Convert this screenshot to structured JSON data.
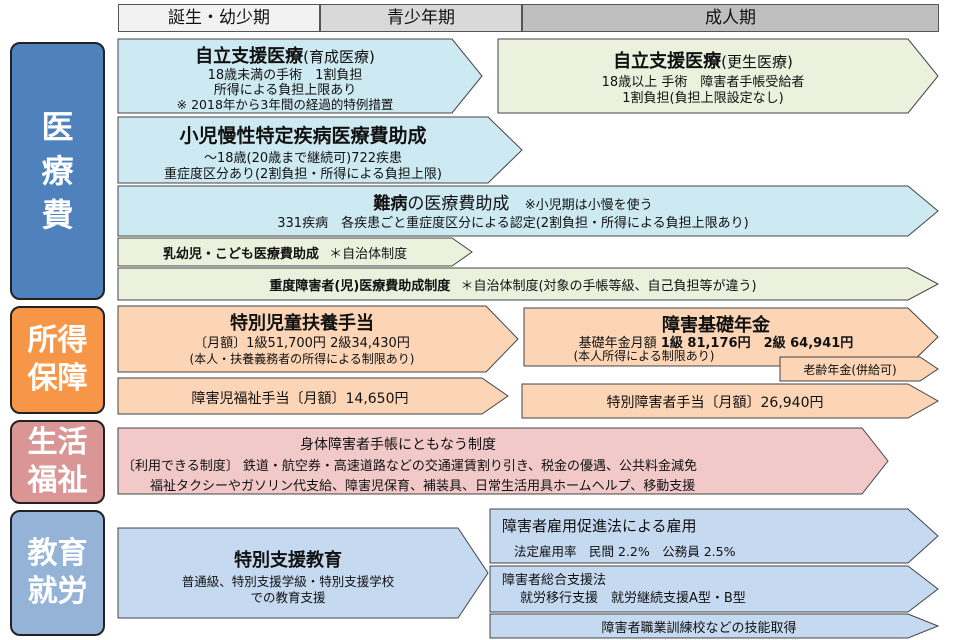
{
  "phases": [
    "誕生・幼少期",
    "青少年期",
    "成人期"
  ],
  "categories": {
    "medical": "医\n療\n費",
    "income": "所得\n保障",
    "life": "生活\n福祉",
    "edu": "教育\n就労"
  },
  "medical": {
    "ikusei": {
      "title": "自立支援医療",
      "title_sub": "(育成医療)",
      "l1": "18歳未満の手術　1割負担",
      "l2": "所得による負担上限あり",
      "l3": "※ 2018年から3年間の経過的特例措置"
    },
    "kousei": {
      "title": "自立支援医療",
      "title_sub": "(更生医療)",
      "l1": "18歳以上 手術　障害者手帳受給者",
      "l2": "1割負担(負担上限設定なし)"
    },
    "shoni": {
      "title": "小児慢性特定疾病医療費助成",
      "l1": "～18歳(20歳まで継続可)722疾患",
      "l2": "重症度区分あり(2割負担・所得による負担上限)"
    },
    "nanbyo": {
      "title_a": "難病",
      "title_b": "の医療費助成",
      "note": "※小児期は小慢を使う",
      "l1": "331疾病　各疾患ごと重症度区分による認定(2割負担・所得による負担上限あり)"
    },
    "nyuyoji": {
      "title": "乳幼児・こども医療費助成",
      "note": "＊自治体制度"
    },
    "judo": {
      "title": "重度障害者(児)医療費助成制度",
      "note": "＊自治体制度(対象の手帳等級、自己負担等が違う)"
    }
  },
  "income": {
    "tokubetsu_jido": {
      "title": "特別児童扶養手当",
      "l1": "〔月額〕1級51,700円 2級34,430円",
      "l2": "(本人・扶養義務者の所得による制限あり)"
    },
    "kiso_nenkin": {
      "title": "障害基礎年金",
      "l1_a": "基礎年金月額",
      "l1_b": "1級 81,176円　2級 64,941円",
      "l2": "(本人所得による制限あり)"
    },
    "rorei": "老齢年金(併給可)",
    "shogaiji": "障害児福祉手当〔月額〕14,650円",
    "tokubetsu_shogai": "特別障害者手当〔月額〕26,940円"
  },
  "life": {
    "l1": "身体障害者手帳にともなう制度",
    "l2": "〔利用できる制度〕 鉄道・航空券・高速道路などの交通運賃割り引き、税金の優遇、公共料金減免",
    "l3": "福祉タクシーやガソリン代支給、障害児保育、補装具、日常生活用具ホームヘルプ、移動支援"
  },
  "edu": {
    "tokubetsu": {
      "title": "特別支援教育",
      "l1": "普通級、特別支援学級・特別支援学校",
      "l2": "での教育支援"
    },
    "koyo": {
      "title": "障害者雇用促進法による雇用",
      "l1": "法定雇用率　民間 2.2%　公務員 2.5%"
    },
    "sogo": {
      "title": "障害者総合支援法",
      "l1": "就労移行支援　就労継続支援A型・B型"
    },
    "kunren": "障害者職業訓練校などの技能取得"
  }
}
